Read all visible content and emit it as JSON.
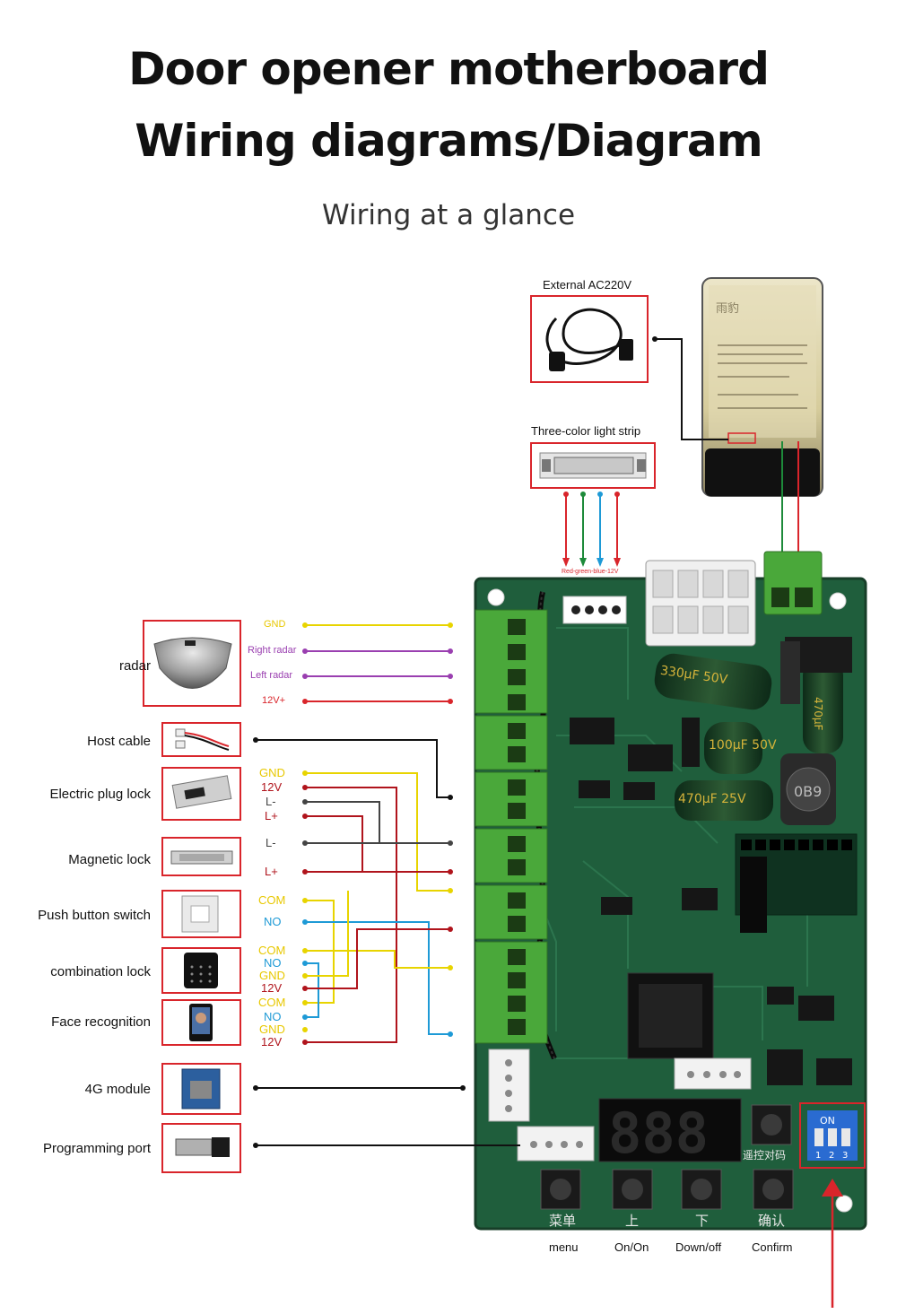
{
  "header": {
    "title_line1": "Door opener motherboard",
    "title_line2": "Wiring diagrams/Diagram",
    "subtitle": "Wiring at a glance"
  },
  "power": {
    "ac_label": "External AC220V",
    "strip_label": "Three-color light strip",
    "strip_wire_labels": "Red-green-blue-12V",
    "psu_brand": "雨豹"
  },
  "devices": [
    {
      "id": "radar",
      "label": "radar",
      "wires": [
        "GND",
        "Right radar",
        "Left radar",
        "12V+"
      ]
    },
    {
      "id": "host",
      "label": "Host cable",
      "wires": []
    },
    {
      "id": "plug",
      "label": "Electric plug lock",
      "wires": [
        "GND",
        "12V",
        "L-",
        "L+"
      ]
    },
    {
      "id": "mag",
      "label": "Magnetic lock",
      "wires": [
        "L-",
        "L+"
      ]
    },
    {
      "id": "push",
      "label": "Push button switch",
      "wires": [
        "COM",
        "NO"
      ]
    },
    {
      "id": "combo",
      "label": "combination lock",
      "wires": [
        "COM",
        "NO",
        "GND",
        "12V"
      ]
    },
    {
      "id": "face",
      "label": "Face recognition",
      "wires": [
        "COM",
        "NO",
        "GND",
        "12V"
      ]
    },
    {
      "id": "g4",
      "label": "4G module",
      "wires": []
    },
    {
      "id": "prog",
      "label": "Programming port",
      "wires": []
    }
  ],
  "buttons": {
    "menu": "menu",
    "on": "On/On",
    "down": "Down/off",
    "confirm": "Confirm"
  },
  "board": {
    "display": "888",
    "cap1": "330μF 50V",
    "cap2": "100μF 50V",
    "cap3": "470μF 25V",
    "cap4": "470μF",
    "inductor": "0B9",
    "dip_on": "ON",
    "dip_nums": [
      "1",
      "2",
      "3"
    ],
    "pcb_menu": "菜单",
    "pcb_up": "上",
    "pcb_down": "下",
    "pcb_confirm": "确认",
    "pcb_remote": "遥控对码"
  },
  "colors": {
    "frame": "#d9252b",
    "board": "#1f5e3c",
    "terminal": "#4aa83a",
    "gnd": "#e8d400",
    "radar_sig": "#9a3fb0",
    "v12": "#d9252b",
    "minus": "#444444",
    "plus": "#b0141c",
    "com": "#e8d400",
    "no": "#1e9ad6"
  }
}
